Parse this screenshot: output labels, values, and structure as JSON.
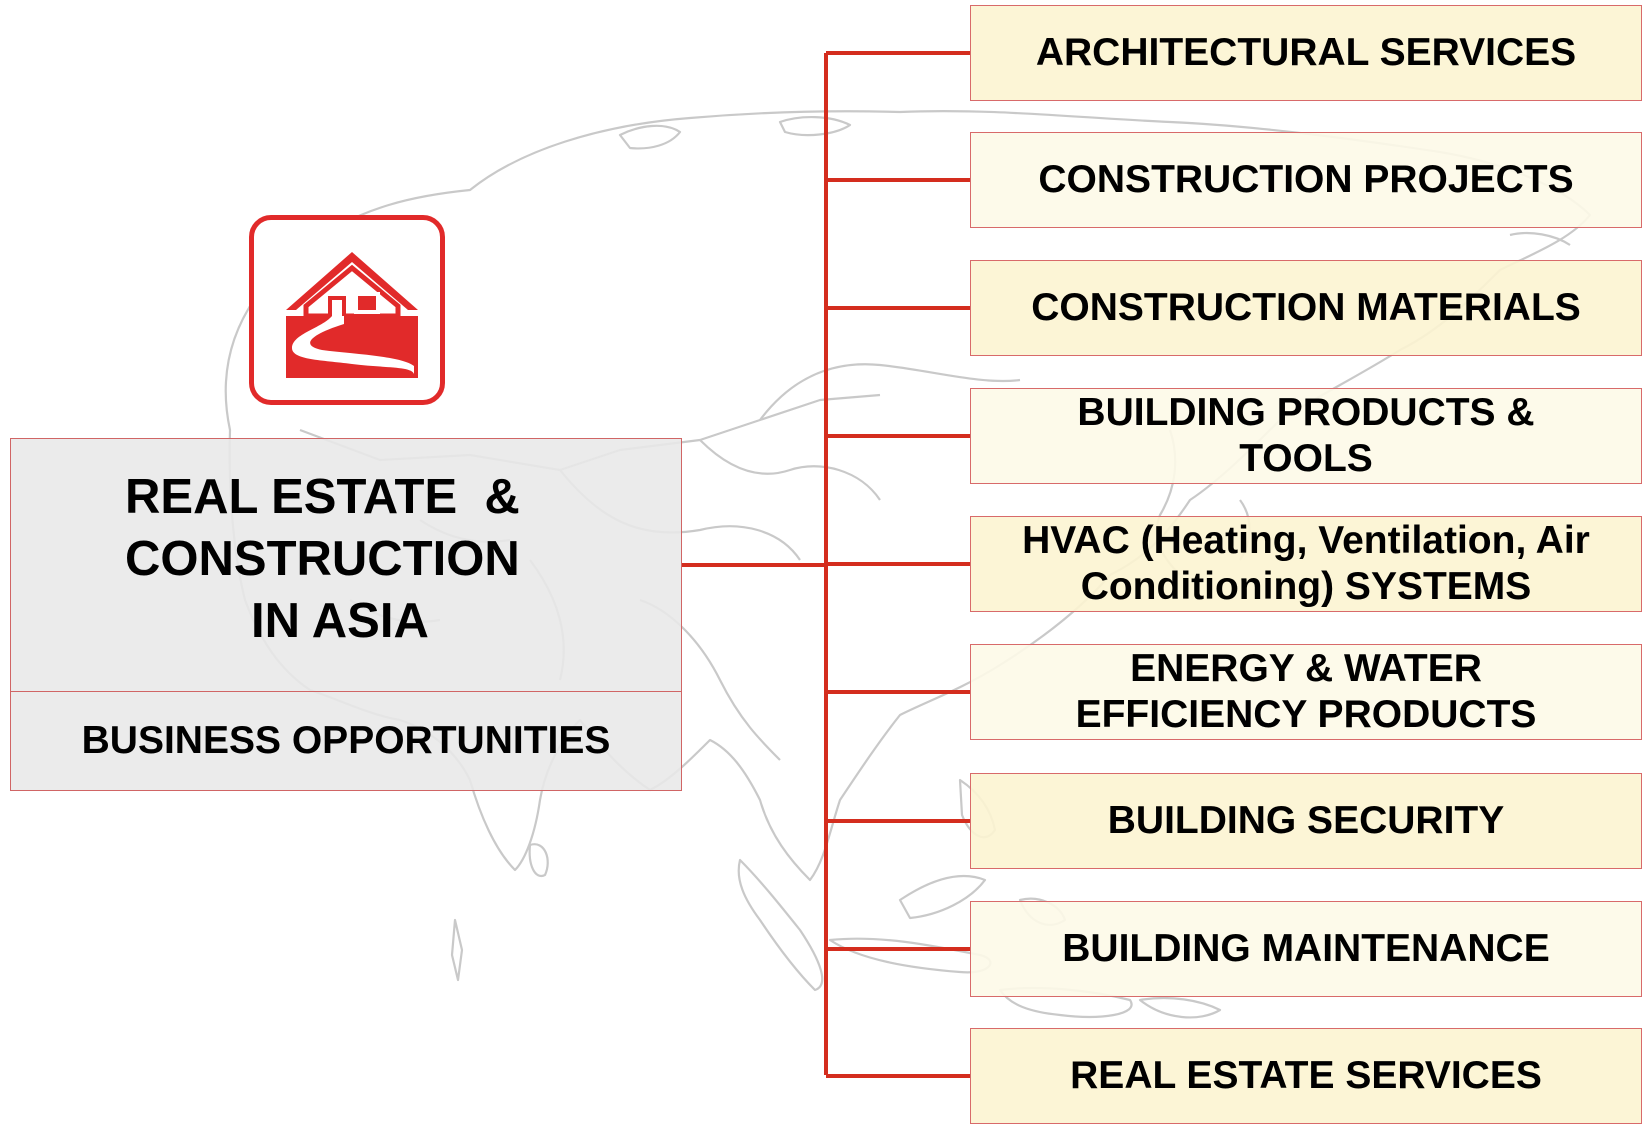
{
  "diagram": {
    "title_lines": [
      "REAL ESTATE  &",
      "CONSTRUCTION",
      "IN ASIA"
    ],
    "subtitle": "BUSINESS OPPORTUNITIES",
    "categories": [
      {
        "lines": [
          "ARCHITECTURAL SERVICES"
        ]
      },
      {
        "lines": [
          "CONSTRUCTION PROJECTS"
        ]
      },
      {
        "lines": [
          "CONSTRUCTION MATERIALS"
        ]
      },
      {
        "lines": [
          "BUILDING PRODUCTS &",
          "TOOLS"
        ]
      },
      {
        "lines": [
          "HVAC (Heating, Ventilation, Air",
          "Conditioning) SYSTEMS"
        ]
      },
      {
        "lines": [
          "ENERGY & WATER",
          "EFFICIENCY PRODUCTS"
        ]
      },
      {
        "lines": [
          "BUILDING SECURITY"
        ]
      },
      {
        "lines": [
          "BUILDING MAINTENANCE"
        ]
      },
      {
        "lines": [
          "REAL ESTATE SERVICES"
        ]
      }
    ]
  },
  "icons": {
    "logo": "house-road-icon",
    "background": "asia-map-outline"
  },
  "colors": {
    "accent": "#e12a2a",
    "connector": "#d42d1e",
    "panel_fill": "#e8e8e8",
    "box_fill_warm": "#fcf4d2",
    "box_fill_light": "#fdf9e8"
  }
}
